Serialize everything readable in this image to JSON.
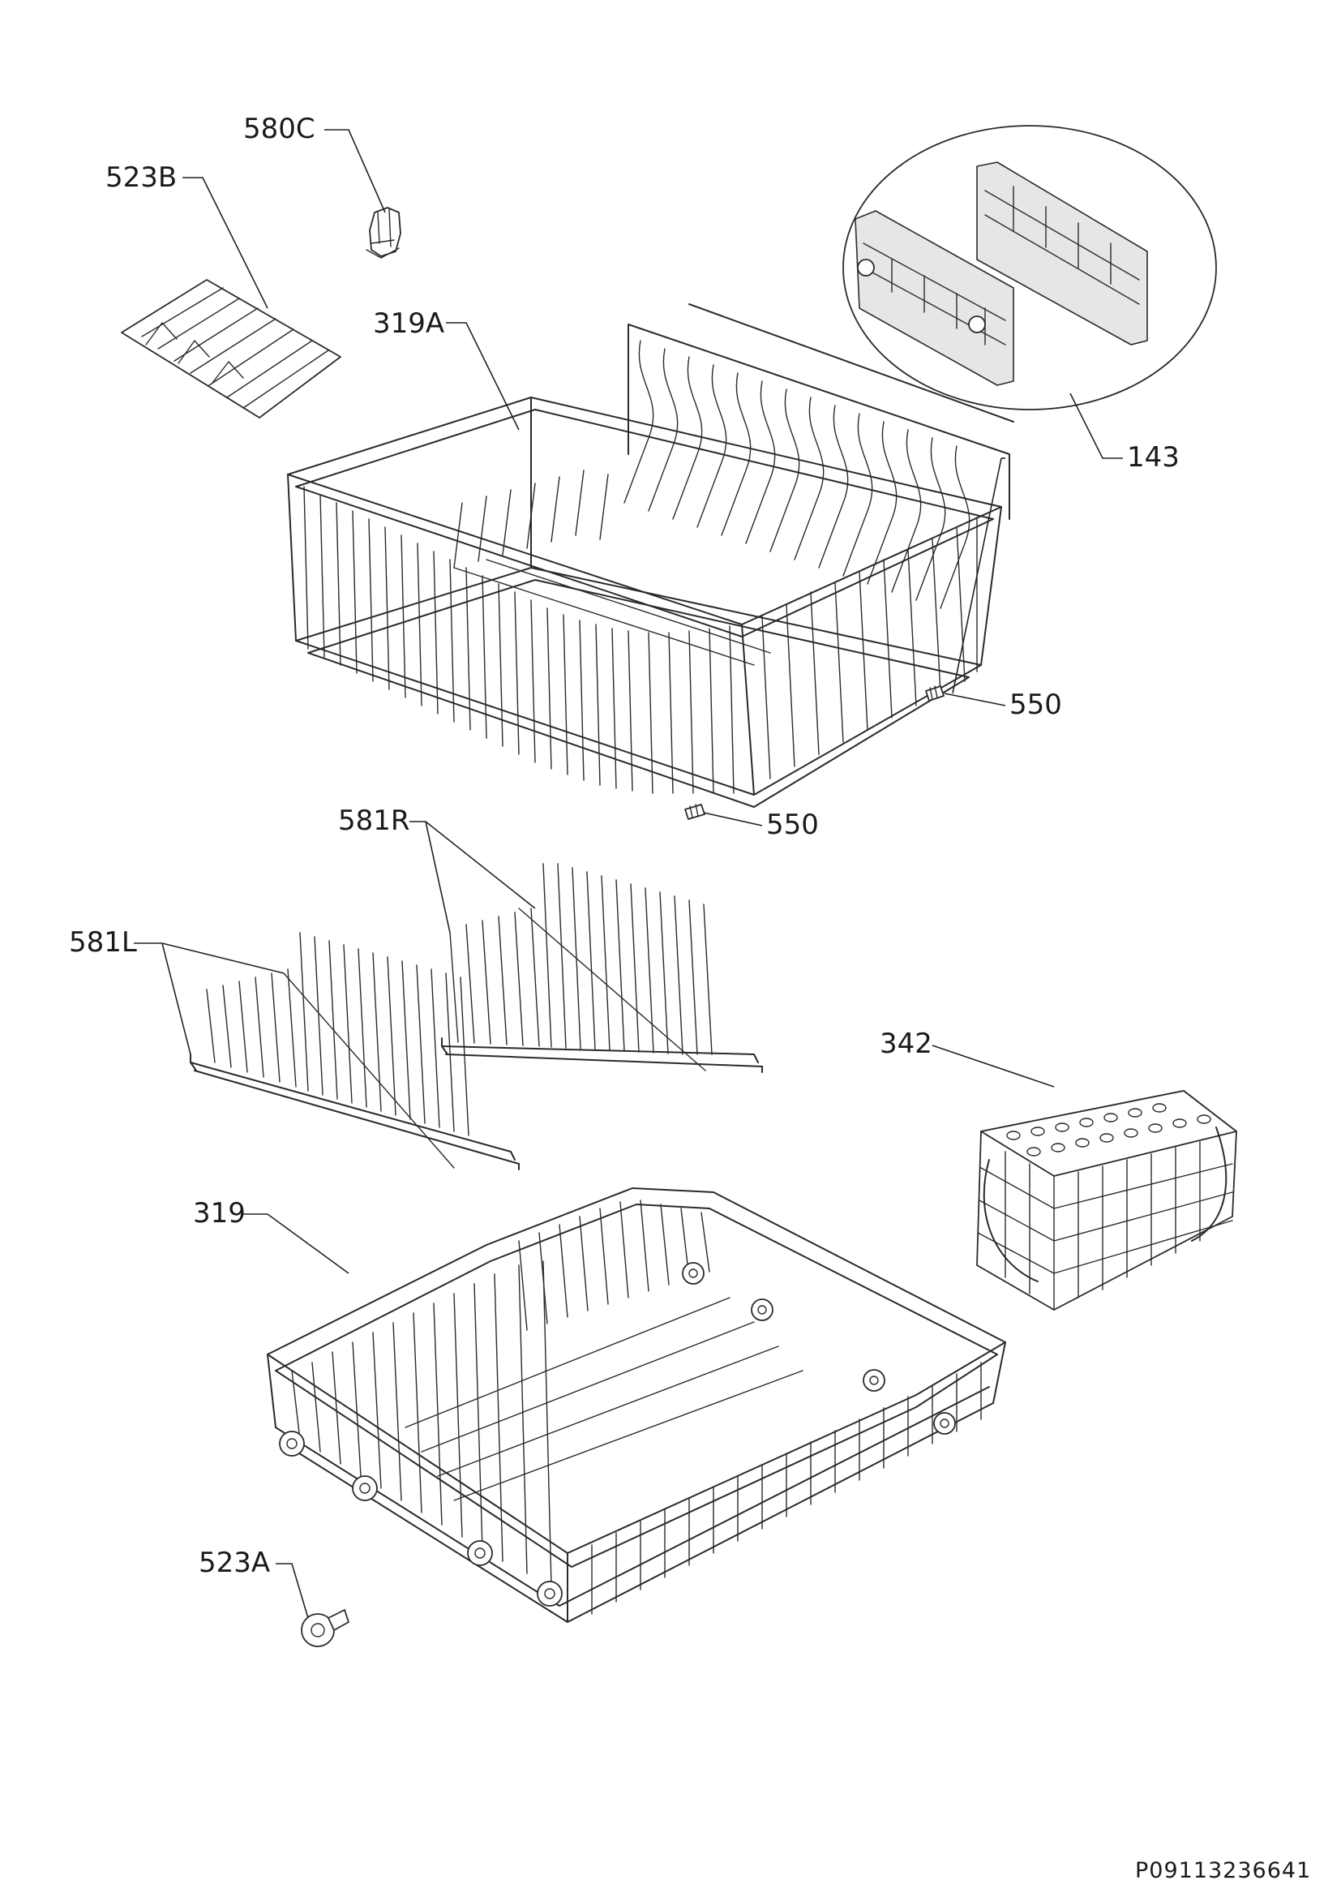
{
  "callouts": {
    "c580C": "580C",
    "c523B": "523B",
    "c319A": "319A",
    "c143": "143",
    "c550a": "550",
    "c550b": "550",
    "c581R": "581R",
    "c581L": "581L",
    "c342": "342",
    "c319": "319",
    "c523A": "523A"
  },
  "document_code": "P09113236641"
}
